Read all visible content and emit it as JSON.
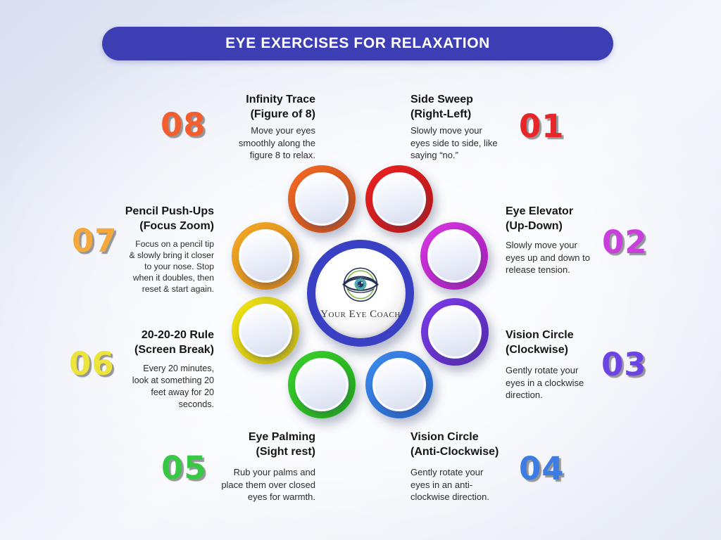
{
  "title": "EYE EXERCISES FOR RELAXATION",
  "theme": {
    "banner_bg": "#3d3eb3",
    "background_outer": "#d9dff0",
    "background_center": "#ffffff",
    "number_shadow": "#7d7d82"
  },
  "logo": {
    "text": "Your Eye Coach",
    "ring_color": "#3a40c4",
    "colors": {
      "navy": "#273257",
      "green": "#86b94b",
      "iris": "#3e9fca",
      "irisgreen": "#5cb75a",
      "pupil": "#131c39"
    }
  },
  "items": [
    {
      "number": "01",
      "title": "Side Sweep",
      "subtitle": "(Right-Left)",
      "description": [
        "Slowly move your",
        "eyes side to side, like",
        "saying “no.”"
      ],
      "color": "#e62629",
      "ring_from": "#ee2222",
      "ring_to": "#b41616"
    },
    {
      "number": "02",
      "title": "Eye Elevator",
      "subtitle": "(Up-Down)",
      "description": [
        "Slowly move your",
        "eyes up and down to",
        "release tension."
      ],
      "color": "#ca3ede",
      "ring_from": "#d839e2",
      "ring_to": "#a31bb6"
    },
    {
      "number": "03",
      "title": "Vision Circle",
      "subtitle": "(Clockwise)",
      "description": [
        "Gently rotate your",
        "eyes in a clockwise",
        "direction."
      ],
      "color": "#6c44e4",
      "ring_from": "#7d3eea",
      "ring_to": "#5425b2"
    },
    {
      "number": "04",
      "title": "Vision Circle",
      "subtitle": "(Anti-Clockwise)",
      "description": [
        "Gently rotate your",
        "eyes in an  anti-",
        "clockwise direction."
      ],
      "color": "#3d7ce2",
      "ring_from": "#3f8cf0",
      "ring_to": "#2360c4"
    },
    {
      "number": "05",
      "title": "Eye Palming",
      "subtitle": "(Sight rest)",
      "description": [
        "Rub your palms  and",
        "place them over closed",
        "eyes for warmth."
      ],
      "color": "#38c944",
      "ring_from": "#3cd42e",
      "ring_to": "#1da315"
    },
    {
      "number": "06",
      "title": "20-20-20 Rule",
      "subtitle": "(Screen Break)",
      "description": [
        "Every 20 minutes,",
        "look at something 20",
        "feet away for 20",
        "seconds."
      ],
      "color": "#ece43c",
      "ring_from": "#f2e714",
      "ring_to": "#c2b10f"
    },
    {
      "number": "07",
      "title": "Pencil Push-Ups",
      "subtitle": "(Focus Zoom)",
      "description": [
        "Focus on a pencil tip",
        "& slowly bring it closer",
        "to your nose. Stop",
        "when it doubles, then",
        "reset & start again."
      ],
      "color": "#f5a93c",
      "ring_from": "#f7ab26",
      "ring_to": "#cc7f16"
    },
    {
      "number": "08",
      "title": "Infinity Trace",
      "subtitle": "(Figure of 8)",
      "description": [
        "Move your eyes",
        "smoothly along the",
        "figure 8 to relax."
      ],
      "color": "#f45e2e",
      "ring_from": "#f56a24",
      "ring_to": "#bd4c1c"
    }
  ]
}
